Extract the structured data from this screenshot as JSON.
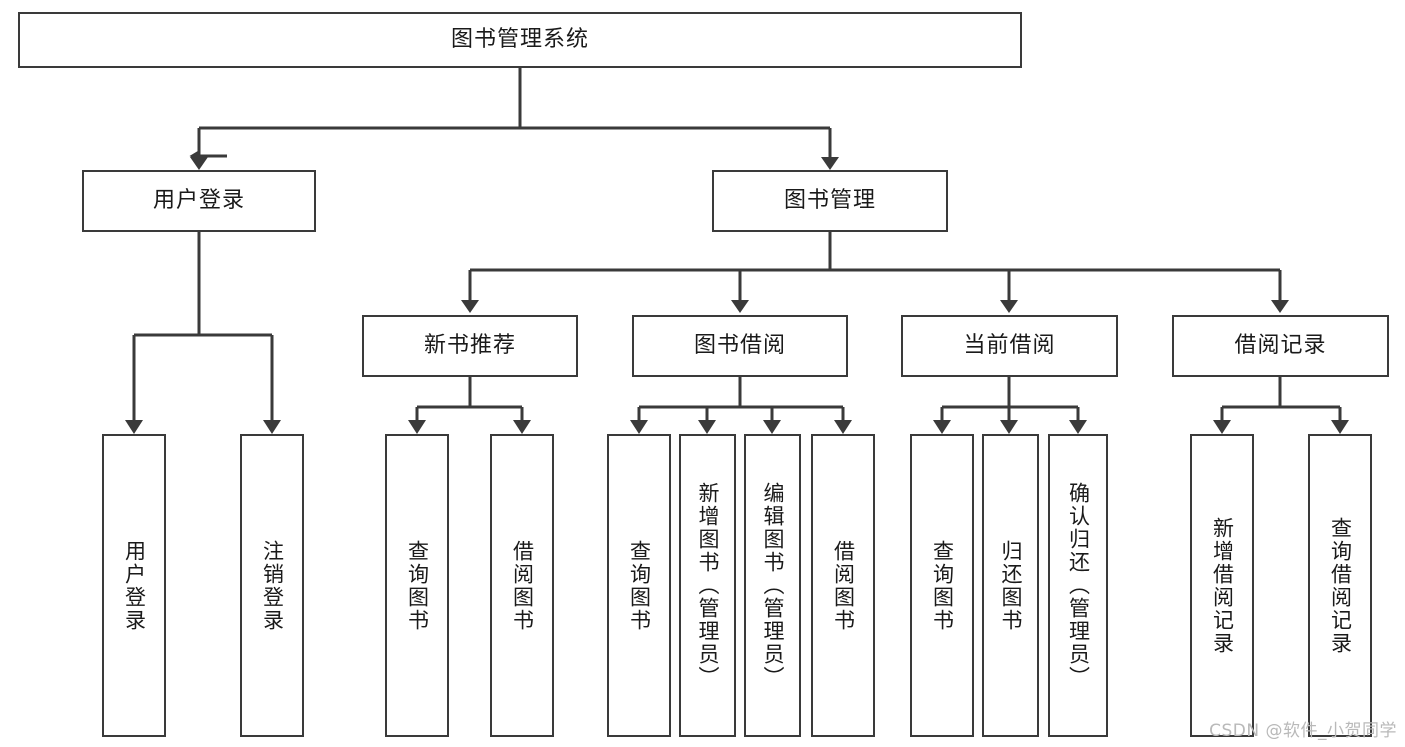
{
  "diagram": {
    "type": "tree",
    "title": "图书管理系统",
    "nodes": {
      "root": {
        "label": "图书管理系统"
      },
      "level2": [
        {
          "id": "user-login",
          "label": "用户登录"
        },
        {
          "id": "book-management",
          "label": "图书管理"
        }
      ],
      "level3": [
        {
          "id": "new-book-recommend",
          "label": "新书推荐"
        },
        {
          "id": "book-borrow",
          "label": "图书借阅"
        },
        {
          "id": "current-borrow",
          "label": "当前借阅"
        },
        {
          "id": "borrow-record",
          "label": "借阅记录"
        }
      ],
      "leaves": [
        {
          "id": "leaf-user-login",
          "label": "用户登录",
          "parent": "user-login"
        },
        {
          "id": "leaf-logout-login",
          "label": "注销登录",
          "parent": "user-login"
        },
        {
          "id": "leaf-query-book-1",
          "label": "查询图书",
          "parent": "new-book-recommend"
        },
        {
          "id": "leaf-borrow-book-1",
          "label": "借阅图书",
          "parent": "new-book-recommend"
        },
        {
          "id": "leaf-query-book-2",
          "label": "查询图书",
          "parent": "book-borrow"
        },
        {
          "id": "leaf-add-book",
          "label": "新增图书（管理员）",
          "parent": "book-borrow"
        },
        {
          "id": "leaf-edit-book",
          "label": "编辑图书（管理员）",
          "parent": "book-borrow"
        },
        {
          "id": "leaf-borrow-book-2",
          "label": "借阅图书",
          "parent": "book-borrow"
        },
        {
          "id": "leaf-query-book-3",
          "label": "查询图书",
          "parent": "current-borrow"
        },
        {
          "id": "leaf-return-book",
          "label": "归还图书",
          "parent": "current-borrow"
        },
        {
          "id": "leaf-confirm-return",
          "label": "确认归还（管理员）",
          "parent": "current-borrow"
        },
        {
          "id": "leaf-add-record",
          "label": "新增借阅记录",
          "parent": "borrow-record"
        },
        {
          "id": "leaf-query-record",
          "label": "查询借阅记录",
          "parent": "borrow-record"
        }
      ]
    },
    "colors": {
      "stroke": "#3a3a3a",
      "fill": "#ffffff",
      "text": "#1a1a1a",
      "watermark": "#b9b9b9"
    }
  },
  "watermark": {
    "text": "CSDN @软件_小贺同学"
  }
}
